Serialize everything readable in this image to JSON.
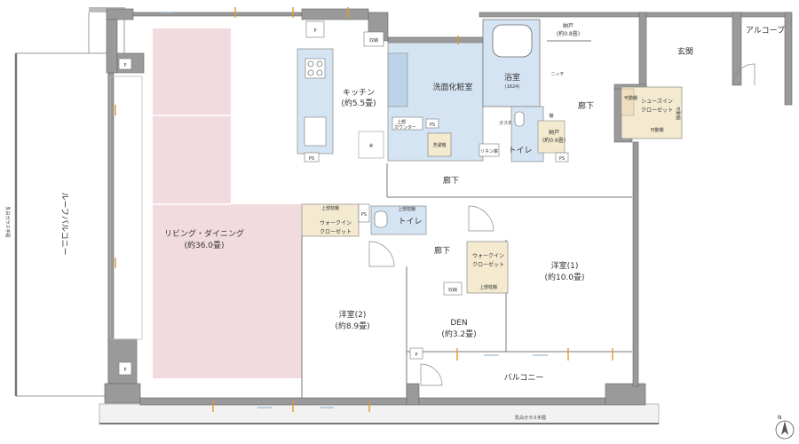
{
  "rooms": {
    "living": "リビング・ダイニング",
    "living_area": "(約36.0畳)",
    "kitchen": "キッチン",
    "kitchen_area": "(約5.5畳)",
    "washroom": "洗面化粧室",
    "bath": "浴室",
    "bath_size": "(1624)",
    "nando1": "納戸",
    "nando1_area": "(約0.8畳)",
    "nando2": "納戸",
    "nando2_area": "(約0.6畳)",
    "entrance": "玄関",
    "alcove": "アルコーブ",
    "hall1": "廊下",
    "hall2": "廊下",
    "hall3": "廊下",
    "toilet1": "トイレ",
    "toilet2": "トイレ",
    "western1": "洋室(1)",
    "western1_area": "(約10.0畳)",
    "western2": "洋室(2)",
    "western2_area": "(約8.9畳)",
    "den": "DEN",
    "den_area": "(約3.2畳)",
    "balcony": "バルコニー",
    "roof_balcony": "ルーフバルコニー"
  },
  "labels": {
    "shoes_closet_1": "シューズイン",
    "shoes_closet_2": "クローゼット",
    "movable_shelf": "可動棚",
    "wic_1": "ウォークイン",
    "wic_2": "クローゼット",
    "wic2_1": "ウォークイン",
    "wic2_2": "クローゼット",
    "upper_shelf": "上部枕棚",
    "upper_shelf_2": "上部枕棚",
    "upper_shelf_3": "上部枕棚",
    "upper_shelf_4": "上部枕棚",
    "upper_counter_1": "上部",
    "upper_counter_2": "カウンター",
    "storage": "収納",
    "storage_2": "収納",
    "niche": "ニッチ",
    "linen": "リネン庫",
    "shelf": "棚",
    "ps": "PS",
    "p": "P",
    "washer": "洗濯機",
    "dryer": "ガス衣類乾燥機",
    "glass_rail_side": "乳白ガラス手摺",
    "glass_rail_bottom": "乳白ガラス手摺",
    "north": "N"
  }
}
